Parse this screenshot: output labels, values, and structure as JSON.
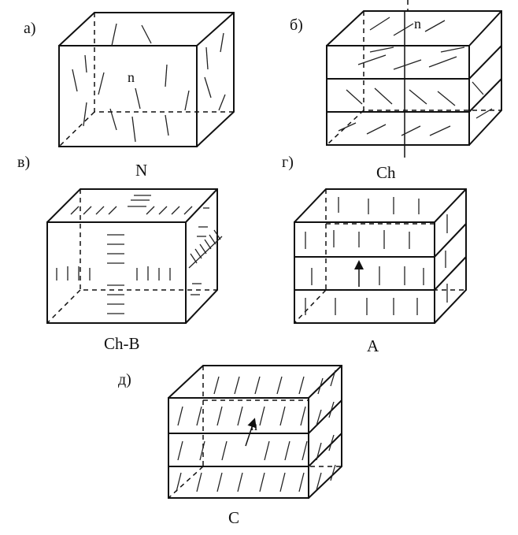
{
  "panels": {
    "a": {
      "letter": "а)",
      "caption": "N",
      "director": "n"
    },
    "b": {
      "letter": "б)",
      "caption": "Ch",
      "director": "n"
    },
    "v": {
      "letter": "в)",
      "caption": "Ch-B"
    },
    "g": {
      "letter": "г)",
      "caption": "A"
    },
    "d": {
      "letter": "д)",
      "caption": "C",
      "director": "n"
    }
  }
}
